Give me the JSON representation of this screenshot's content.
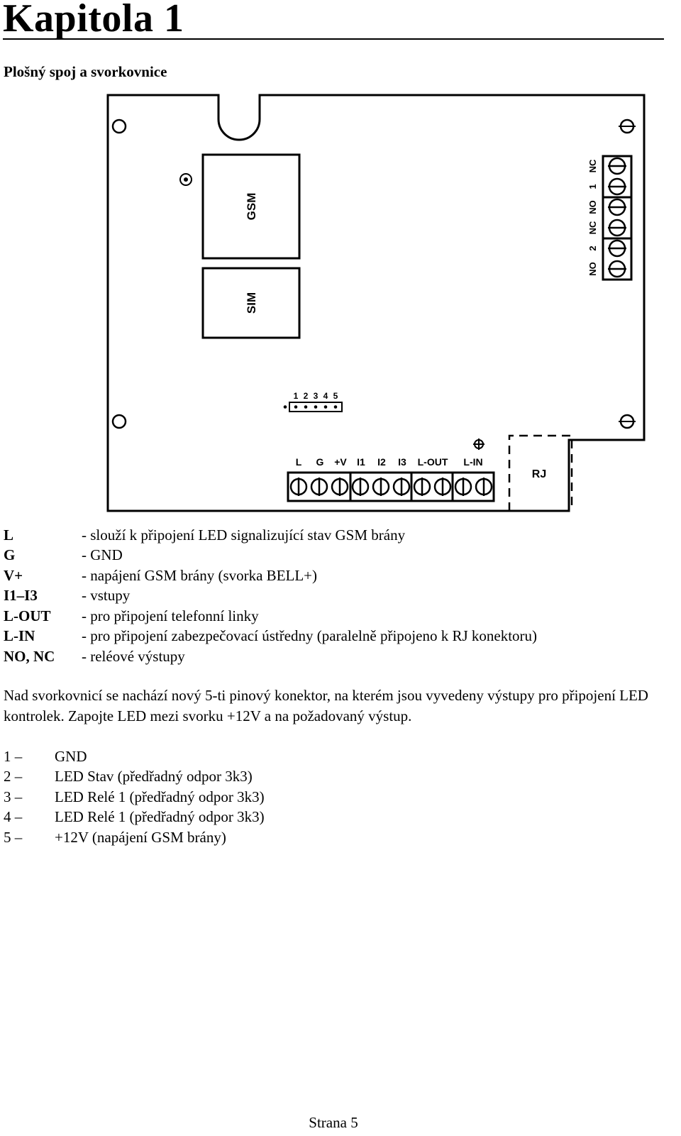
{
  "chapter_title": "Kapitola 1",
  "section_heading": "Plošný spoj a svorkovnice",
  "diagram": {
    "gsm_label": "GSM",
    "sim_label": "SIM",
    "header_pins": [
      "1",
      "2",
      "3",
      "4",
      "5"
    ],
    "bottom_terminals": [
      "L",
      "G",
      "+V",
      "I1",
      "I2",
      "I3",
      "L-OUT",
      "L-IN"
    ],
    "rj_label": "RJ",
    "relay_terminals": [
      "NC",
      "1",
      "NO",
      "NC",
      "2",
      "NO"
    ]
  },
  "legend": [
    {
      "term": "L",
      "desc": "- slouží k připojení LED signalizující stav GSM brány"
    },
    {
      "term": "G",
      "desc": "- GND"
    },
    {
      "term": "V+",
      "desc": "- napájení GSM brány (svorka BELL+)"
    },
    {
      "term": "I1–I3",
      "desc": "- vstupy"
    },
    {
      "term": "L-OUT",
      "desc": "- pro připojení telefonní linky"
    },
    {
      "term": "L-IN",
      "desc": "- pro připojení zabezpečovací ústředny (paralelně připojeno k RJ konektoru)"
    },
    {
      "term": "NO, NC",
      "desc": "- reléové výstupy"
    }
  ],
  "note": "Nad svorkovnicí se nachází nový 5-ti pinový konektor, na kterém jsou vyvedeny výstupy pro připojení LED kontrolek. Zapojte LED mezi svorku +12V a na požadovaný výstup.",
  "pins": [
    {
      "num": "1 –",
      "desc": "GND"
    },
    {
      "num": "2 –",
      "desc": "LED Stav (předřadný odpor 3k3)"
    },
    {
      "num": "3 –",
      "desc": "LED Relé 1 (předřadný odpor 3k3)"
    },
    {
      "num": "4 –",
      "desc": "LED Relé 1 (předřadný odpor 3k3)"
    },
    {
      "num": "5 –",
      "desc": "+12V (napájení GSM brány)"
    }
  ],
  "footer": "Strana 5"
}
